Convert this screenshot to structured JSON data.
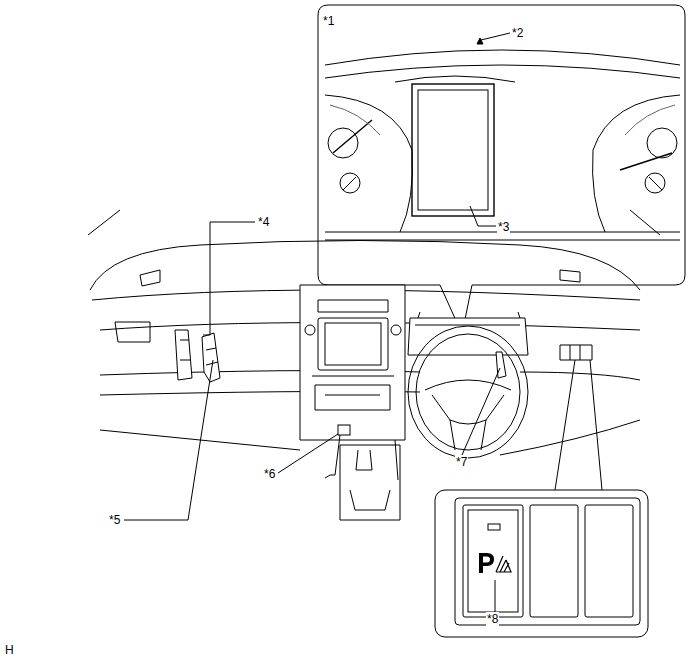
{
  "diagram": {
    "labels": [
      "*1",
      "*2",
      "*3",
      "*4",
      "*5",
      "*6",
      "*7",
      "*8",
      "H"
    ]
  }
}
